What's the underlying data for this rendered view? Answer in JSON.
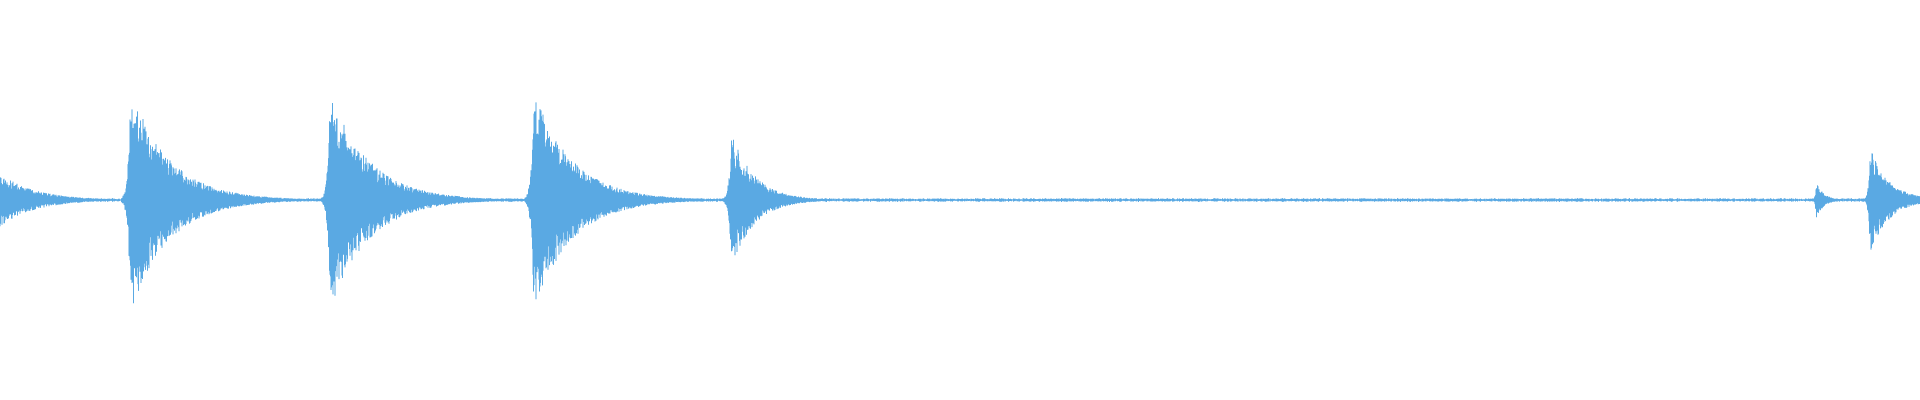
{
  "waveform": {
    "color": "#5aa9e3",
    "background": "#ffffff",
    "amplitude_scale": 1.0,
    "transients": [
      {
        "t": 0.0,
        "peak": 0.24,
        "decay": 0.018,
        "attack": 0.0005
      },
      {
        "t": 0.068,
        "peak": 1.0,
        "decay": 0.02,
        "attack": 0.0012
      },
      {
        "t": 0.172,
        "peak": 0.98,
        "decay": 0.02,
        "attack": 0.0012
      },
      {
        "t": 0.278,
        "peak": 0.97,
        "decay": 0.02,
        "attack": 0.0012
      },
      {
        "t": 0.381,
        "peak": 0.6,
        "decay": 0.012,
        "attack": 0.0012
      },
      {
        "t": 0.946,
        "peak": 0.16,
        "decay": 0.004,
        "attack": 0.0006
      },
      {
        "t": 0.974,
        "peak": 0.47,
        "decay": 0.01,
        "attack": 0.0008
      }
    ],
    "noise_floor": 0.012
  }
}
